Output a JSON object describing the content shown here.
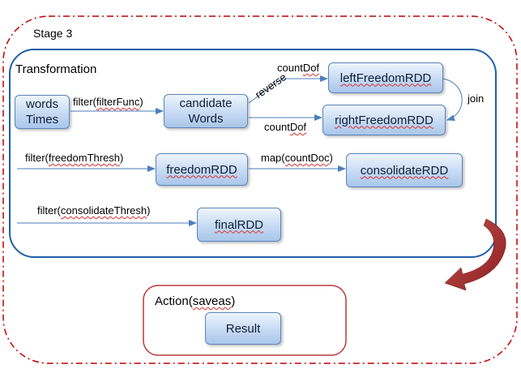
{
  "stage": {
    "label": "Stage 3"
  },
  "transformation": {
    "label": "Transformation"
  },
  "action": {
    "label_prefix": "Action(",
    "label_word": "saveas",
    "label_suffix": ")"
  },
  "nodes": {
    "words_times": {
      "line1": "words",
      "line2": "Times"
    },
    "candidate_words": {
      "line1": "candidate",
      "line2": "Words"
    },
    "left_freedom": "leftFreedomRDD",
    "right_freedom": "rightFreedomRDD",
    "freedom": "freedomRDD",
    "consolidate": "consolidateRDD",
    "final": "finalRDD",
    "result": "Result"
  },
  "edges": {
    "filter_func": {
      "prefix": "filter(",
      "word": "filterFunc",
      "suffix": ")"
    },
    "count_dof_top": {
      "prefix": "count",
      "word": "Dof"
    },
    "count_dof_bottom": {
      "prefix": "count",
      "word": "Dof"
    },
    "reverse": "reverse",
    "join": "join",
    "filter_freedom": {
      "prefix": "filter(",
      "word": "freedomThresh",
      "suffix": ")"
    },
    "map_count_doc": {
      "prefix": "map(",
      "word": "countDoc",
      "suffix": ")"
    },
    "filter_consolidate": {
      "prefix": "filter(",
      "word": "consolidateThresh",
      "suffix": ")"
    }
  },
  "colors": {
    "stage_border": "#c00000",
    "transformation_border": "#1f5fa8",
    "action_border": "#b83a3a",
    "arrow": "#4a7ebb"
  }
}
